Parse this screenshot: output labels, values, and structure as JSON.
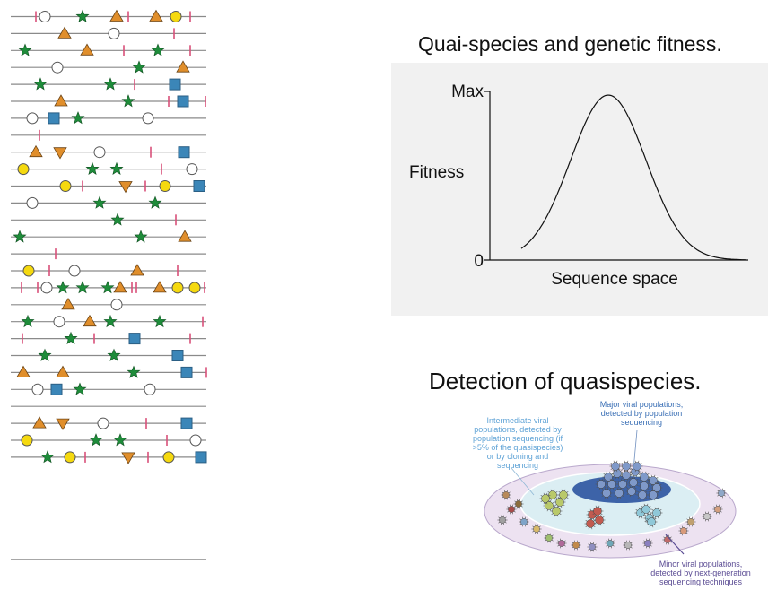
{
  "sequence_panel": {
    "colors": {
      "line": "#8a8a8a",
      "mutation_tick": "#d9507a",
      "star": "#1e8c3a",
      "triangle": "#e08e2b",
      "circle_fill": "#ffffff",
      "yellow_circle": "#f5d90f",
      "square": "#3b86b8"
    }
  },
  "fitness_chart": {
    "title": "Quai-species and genetic fitness.",
    "y_label": "Fitness",
    "y_max_label": "Max",
    "y_zero_label": "0",
    "x_label": "Sequence space"
  },
  "chart_data": {
    "type": "line",
    "title": "Quai-species and genetic fitness.",
    "xlabel": "Sequence space",
    "ylabel": "Fitness",
    "yticks": [
      "0",
      "Max"
    ],
    "curve": "gaussian",
    "peak_position": 0.46,
    "grid": false
  },
  "quasispecies_figure": {
    "title": "Detection of quasispecies.",
    "labels": {
      "major": [
        "Major viral populations,",
        "detected by population",
        "sequencing"
      ],
      "intermediate": [
        "Intermediate viral",
        "populations, detected by",
        "population sequencing (if",
        ">5% of the quasispecies)",
        "or by cloning and",
        "sequencing"
      ],
      "minor": [
        "Minor viral populations,",
        "detected by next-generation",
        "sequencing techniques"
      ]
    },
    "colors": {
      "major_label": "#3a6fb5",
      "intermediate_label": "#5fa3d6",
      "minor_label": "#5a4b93",
      "core_ellipse": "#3d63a8",
      "middle_ellipse": "#d8ecf1",
      "outer_ellipse": "#e9dcef"
    }
  }
}
